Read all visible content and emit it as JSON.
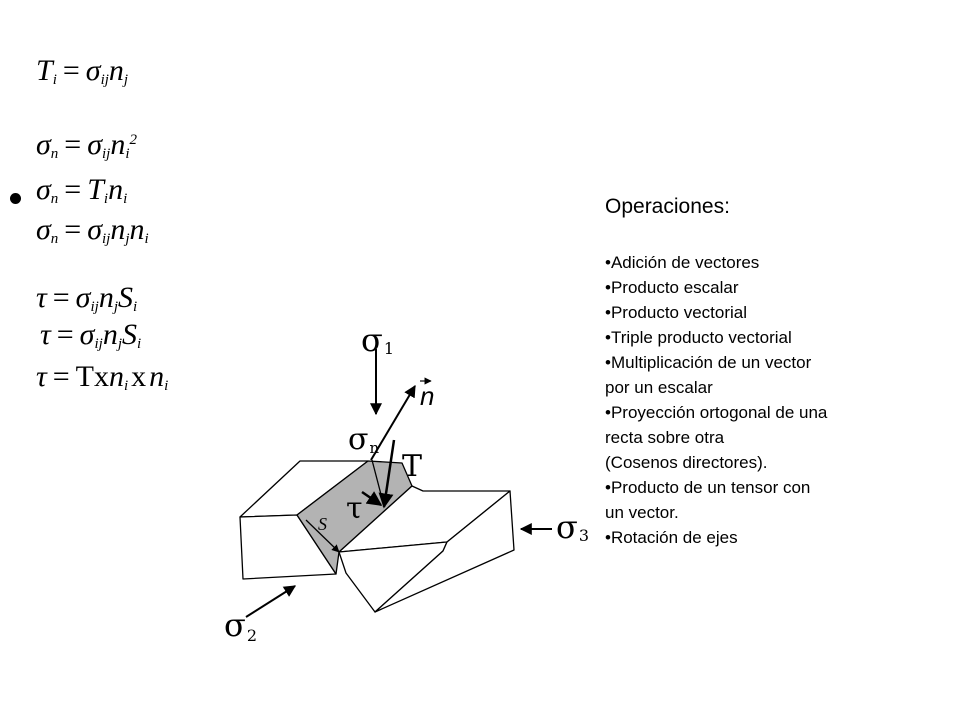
{
  "equations": {
    "eq1": {
      "T": "T",
      "i": "i",
      "eq": "=",
      "sigma": "σ",
      "ij": "ij",
      "n": "n",
      "j": "j"
    },
    "eq2": {
      "sigma_n": "σ",
      "n": "n",
      "eq": "=",
      "sigma": "σ",
      "ij": "ij",
      "nv": "n",
      "i": "i",
      "sq": "2"
    },
    "eq3": {
      "sigma_n": "σ",
      "n": "n",
      "eq": "=",
      "T": "T",
      "i": "i",
      "nv": "n",
      "i2": "i"
    },
    "eq4": {
      "sigma_n": "σ",
      "n": "n",
      "eq": "=",
      "sigma": "σ",
      "ij": "ij",
      "n1": "n",
      "j": "j",
      "n2": "n",
      "i": "i"
    },
    "eq5": {
      "tau": "τ",
      "eq": "=",
      "sigma": "σ",
      "ij": "ij",
      "nv": "n",
      "j": "j",
      "S": "S",
      "i": "i"
    },
    "eq6": {
      "tau": "τ",
      "eq": "=",
      "sigma": "σ",
      "ij": "ij",
      "nv": "n",
      "j": "j",
      "S": "S",
      "i": "i"
    },
    "eq7": {
      "tau": "τ",
      "eq": "=",
      "Tx": "Tx",
      "n1": "n",
      "i1": "i",
      "x": "x",
      "n2": "n",
      "i2": "i"
    }
  },
  "operations": {
    "title": "Operaciones:",
    "items": [
      "•Adición de vectores",
      "•Producto escalar",
      "•Producto vectorial",
      "•Triple producto vectorial",
      "•Multiplicación de un vector",
      "por un escalar",
      "•Proyección ortogonal de una",
      "recta sobre otra",
      "(Cosenos directores).",
      "•Producto de un tensor con",
      "un vector.",
      "•Rotación de ejes"
    ]
  },
  "diagram": {
    "sigma1": {
      "sym": "σ",
      "sub": "1"
    },
    "sigma2": {
      "sym": "σ",
      "sub": "2"
    },
    "sigma3": {
      "sym": "σ",
      "sub": "3"
    },
    "sigman": {
      "sym": "σ",
      "sub": "n"
    },
    "n": "n",
    "T": "T",
    "tau": "τ",
    "S": "S"
  },
  "colors": {
    "plane_fill": "#b3b3b3",
    "block_fill": "#ffffff",
    "ink": "#000000"
  }
}
